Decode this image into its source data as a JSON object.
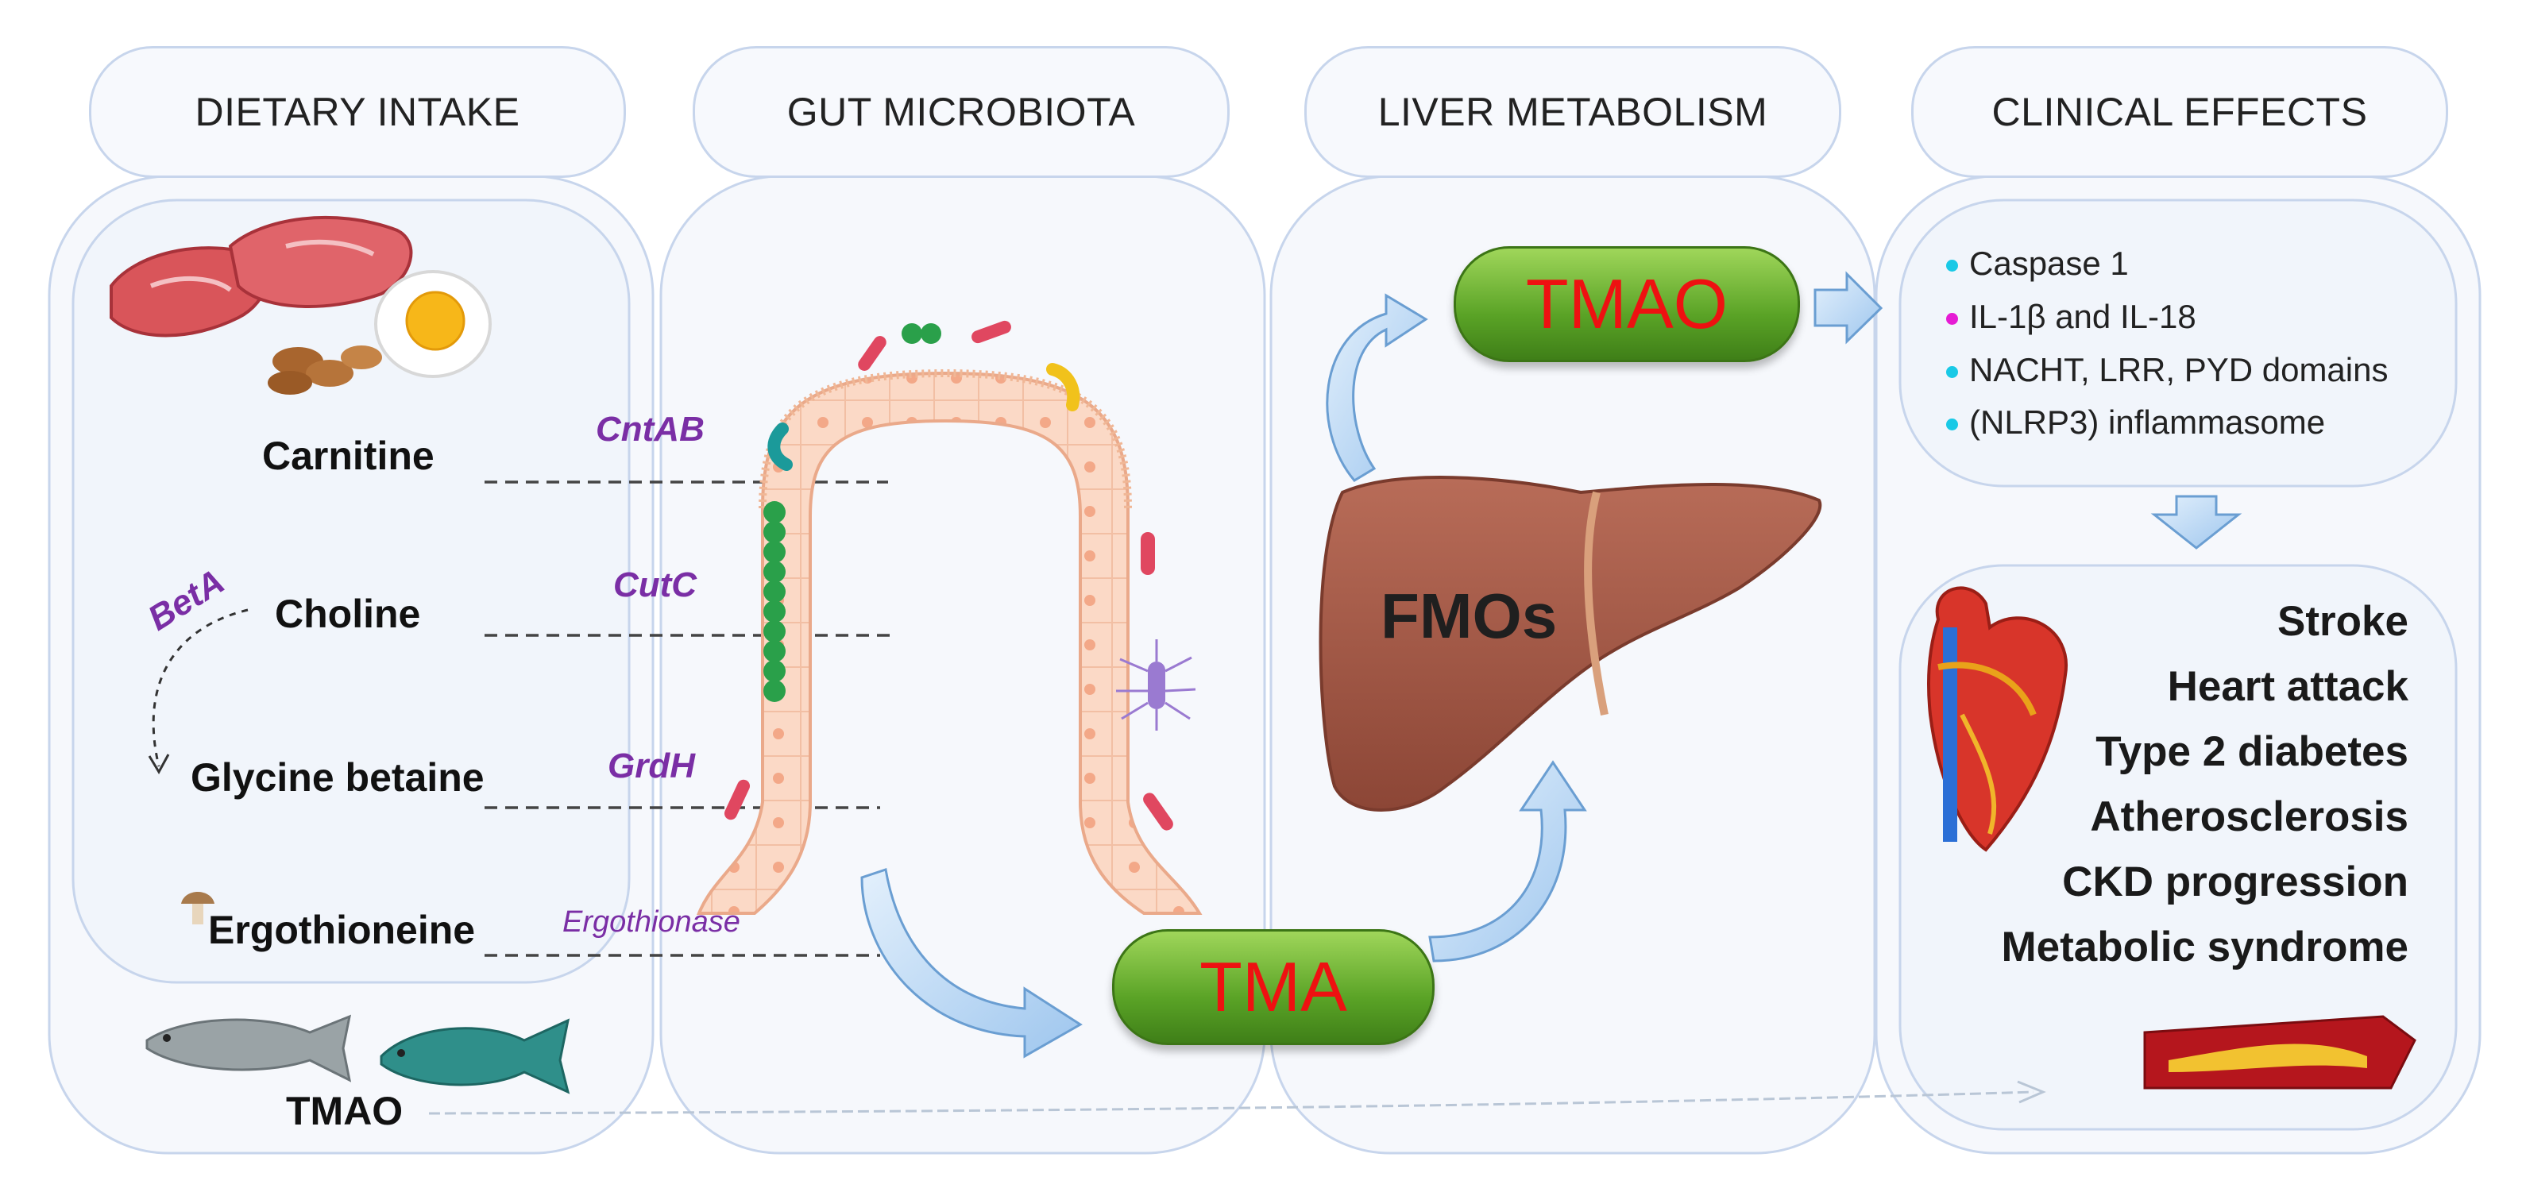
{
  "headers": {
    "dietary": "DIETARY INTAKE",
    "gut": "GUT MICROBIOTA",
    "liver": "LIVER METABOLISM",
    "clinical": "CLINICAL EFFECTS"
  },
  "compounds": {
    "carnitine": "Carnitine",
    "choline": "Choline",
    "glycine_betaine": "Glycine betaine",
    "ergothioneine": "Ergothioneine",
    "tmao_diet": "TMAO"
  },
  "enzymes": {
    "cntab": "CntAB",
    "cutc": "CutC",
    "grdh": "GrdH",
    "ergothionase": "Ergothionase",
    "beta": "BetA"
  },
  "liver": {
    "fmos": "FMOs",
    "tmao": "TMAO",
    "tma": "TMA"
  },
  "inflammasome": [
    {
      "text": "Caspase 1",
      "color": "#19c9e6"
    },
    {
      "text": "IL-1β and IL-18",
      "color": "#e61bd4"
    },
    {
      "text": "NACHT, LRR, PYD domains",
      "color": "#19c9e6"
    },
    {
      "text": "(NLRP3) inflammasome",
      "color": "#19c9e6"
    }
  ],
  "effects": [
    "Stroke",
    "Heart attack",
    "Type 2 diabetes",
    "Atherosclerosis",
    "CKD progression",
    "Metabolic syndrome"
  ],
  "colors": {
    "panel_fill": "#f6f8fc",
    "panel_stroke": "#c7d5ec",
    "arrow_fill": "#bcd8f5",
    "pill_green": "#5aa326",
    "pill_text": "#ee1111",
    "enzyme_purple": "#7a2ea5",
    "liver_brown": "#a55a48"
  }
}
